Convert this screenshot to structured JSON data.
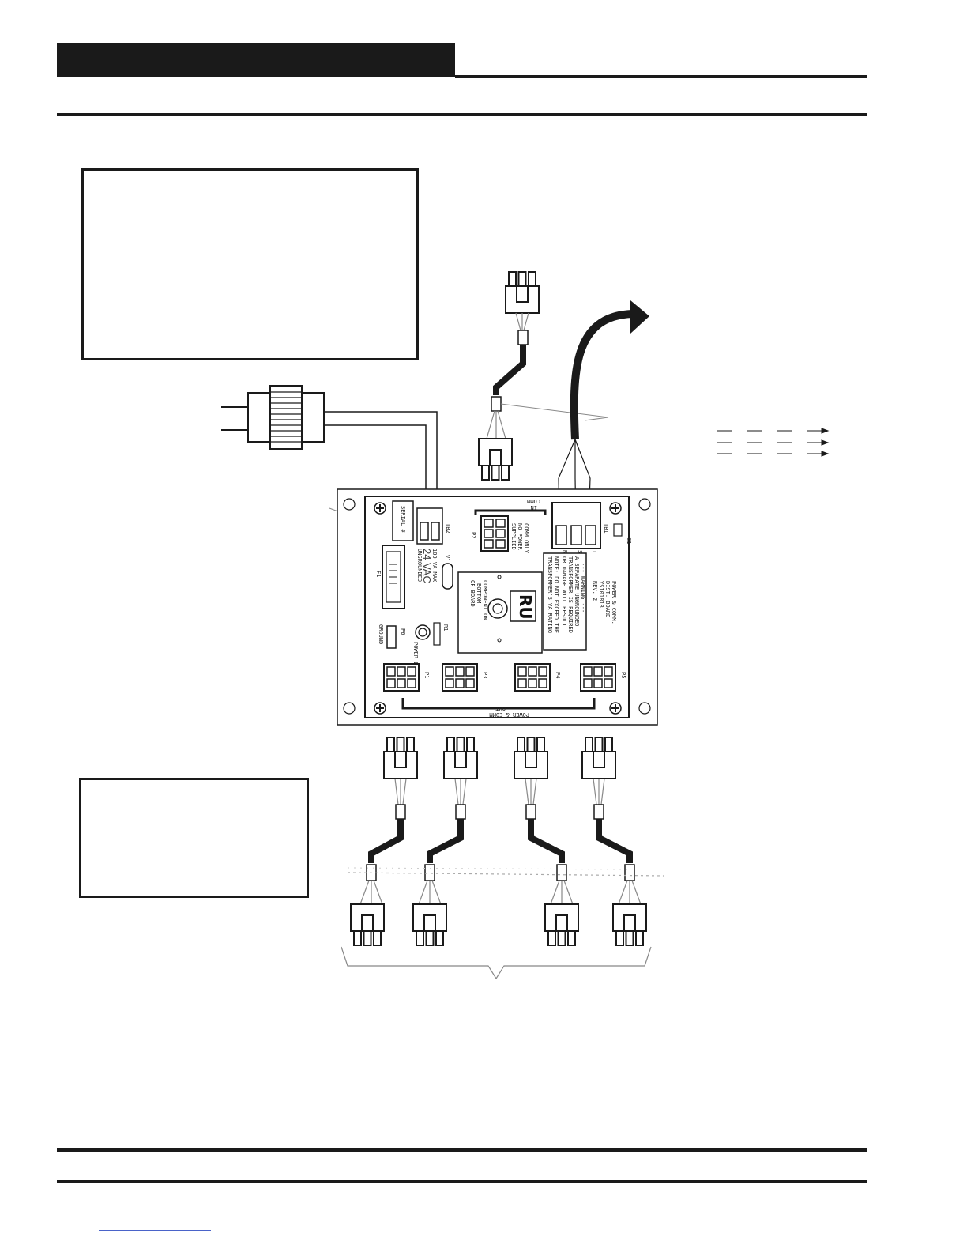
{
  "header": {},
  "boxes": {
    "notes_top": "",
    "notes_bottom": ""
  },
  "board": {
    "labels": {
      "serial": "SERIAL #",
      "tb2": "TB2",
      "vac": "24 VAC",
      "va_max": "100 VA MAX",
      "ungrounded": "UNGROUNDED",
      "v1": "V1",
      "f1": "F1",
      "p6": "P6",
      "ground": "GROUND",
      "r1": "R1",
      "power_led": "POWER LED",
      "p2": "P2",
      "comm_only_1": "COMM ONLY",
      "comm_only_2": "NO POWER",
      "comm_only_3": "SUPPLIED",
      "comm_in_1": "COMM",
      "comm_in_2": "IN",
      "tb1": "TB1",
      "c1": "C1",
      "term_r": "R",
      "term_shld": "SHLD",
      "term_t": "T",
      "component_1": "COMPONENT ON",
      "component_2": "BOTTOM",
      "component_3": "OF BOARD",
      "ru_mark": "RU",
      "board_1": "POWER & COMM.",
      "board_2": "DIST. BOARD",
      "board_3": "YS101818",
      "board_4": "REV. 2",
      "warn_1": "--- WARNING ---",
      "warn_2": "A SEPARATE UNGROUNDED",
      "warn_3": "TRANSFORMER IS REQUIRED",
      "warn_4": "OR DAMAGE WILL RESULT",
      "warn_5": "NOTE: DO NOT EXCEED THE",
      "warn_6": "TRANSFORMER'S VA RATING",
      "p1": "P1",
      "p3": "P3",
      "p4": "P4",
      "p5": "P5",
      "pout_1": "POWER & COMM",
      "pout_2": "OUT"
    }
  },
  "colors": {
    "ink": "#1a1a1a",
    "board": "#ffffff",
    "wire_gray": "#888888"
  },
  "icons": [
    "transformer-icon",
    "connector-plug-icon",
    "cable-arrow-icon",
    "screw-icon",
    "fuse-icon",
    "led-icon"
  ]
}
